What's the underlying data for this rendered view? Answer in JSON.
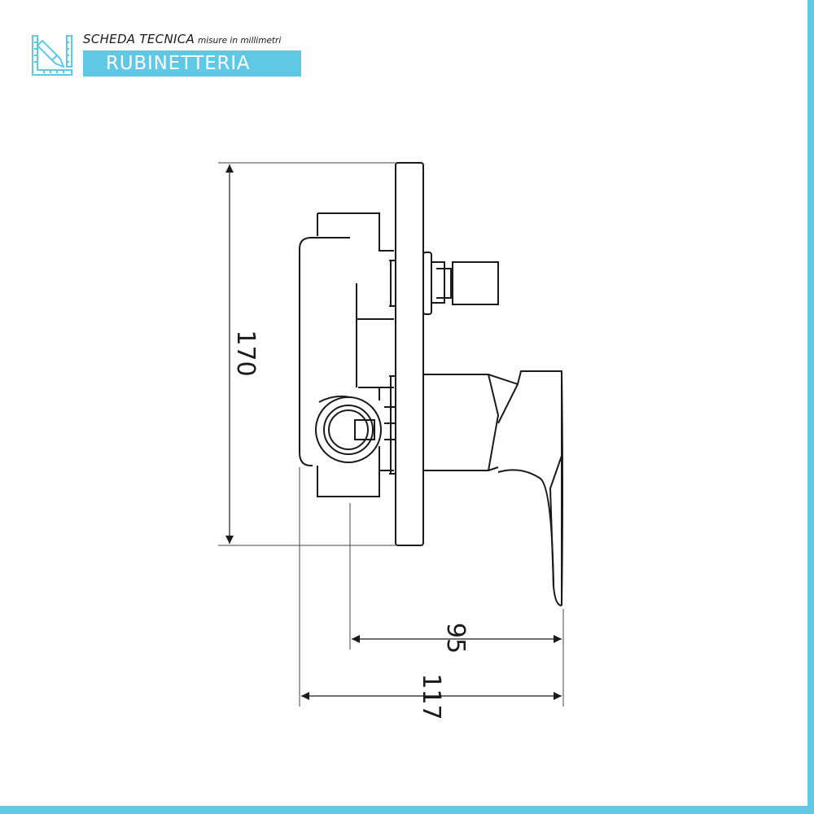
{
  "header": {
    "title": "SCHEDA TECNICA",
    "subtitle": "misure in millimetri",
    "category": "RUBINETTERIA",
    "icon": "ruler-pencil-icon"
  },
  "colors": {
    "accent": "#5ec8e5",
    "line": "#1a1a1a",
    "dim_line": "#444444"
  },
  "dimensions": {
    "height": "170",
    "depth_inner": "95",
    "depth_total": "117"
  }
}
